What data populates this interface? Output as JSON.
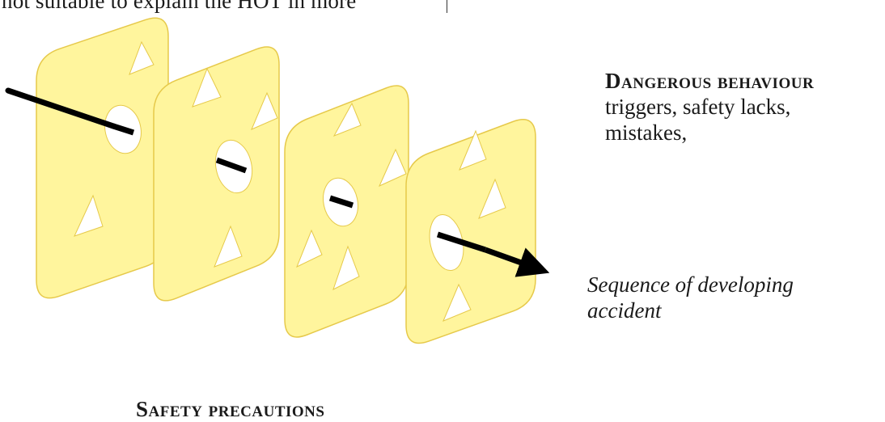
{
  "top_text": "not suitable to explain the HOT in more",
  "labels": {
    "dangerous_heading": "Dangerous behaviour",
    "dangerous_desc": "triggers, safety lacks, mistakes,",
    "sequence": "Sequence of developing accident",
    "safety": "Safety precautions"
  },
  "colors": {
    "slice_fill": "#fff59d",
    "slice_stroke": "#e6c94a",
    "arrow": "#000000"
  }
}
